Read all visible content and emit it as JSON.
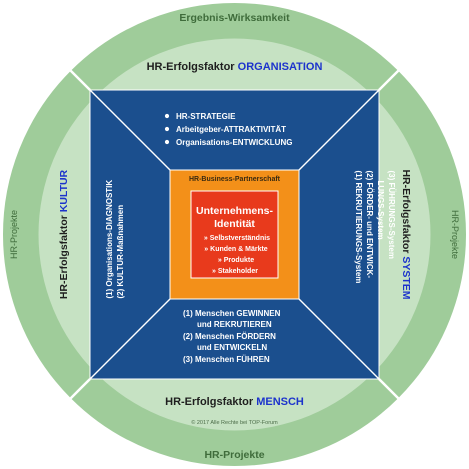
{
  "outer_ring": {
    "top": "Ergebnis-Wirksamkeit",
    "bottom": "HR-Projekte",
    "left": "HR-Projekte",
    "right": "HR-Projekte"
  },
  "factors": {
    "top": {
      "prefix": "HR-Erfolgsfaktor",
      "keyword": "ORGANISATION"
    },
    "bottom": {
      "prefix": "HR-Erfolgsfaktor",
      "keyword": "MENSCH"
    },
    "left": {
      "prefix": "HR-Erfolgsfaktor",
      "keyword": "KULTUR"
    },
    "right": {
      "prefix": "HR-Erfolgsfaktor",
      "keyword": "SYSTEM"
    }
  },
  "quadrants": {
    "top": [
      "HR-STRATEGIE",
      "Arbeitgeber-ATTRAKTIVITÄT",
      "Organisations-ENTWICKLUNG"
    ],
    "bottom": [
      "(1) Menschen GEWINNEN",
      "und REKRUTIEREN",
      "(2) Menschen FÖRDERN",
      "und ENTWICKELN",
      "(3) Menschen FÜHREN"
    ],
    "left": [
      "(1) Organisations-DIAGNOSTIK",
      "(2) KULTUR-Maßnahmen"
    ],
    "right": [
      "(1) REKRUTIERUNGS-System",
      "(2) FÖRDER- und ENTWICK-",
      "LUNGS-System",
      "(3) FÜHRUNGS-System"
    ]
  },
  "center": {
    "header": "HR-Business-Partnerschaft",
    "title_lines": [
      "Unternehmens-",
      "Identität"
    ],
    "items": [
      "» Selbstverständnis",
      "» Kunden & Märkte",
      "» Produkte",
      "» Stakeholder"
    ]
  },
  "copyright": "© 2017 Alle Rechte bei TOP-Forum",
  "colors": {
    "outer_ring": "#9fcc9a",
    "inner_ring": "#c6e2c3",
    "square": "#1b4f8e",
    "center_orange": "#f39019",
    "center_red": "#e83a1c",
    "keyword_blue": "#1c33cc",
    "dark_text": "#1e1e1e",
    "ring_text": "#3f6c3b"
  }
}
